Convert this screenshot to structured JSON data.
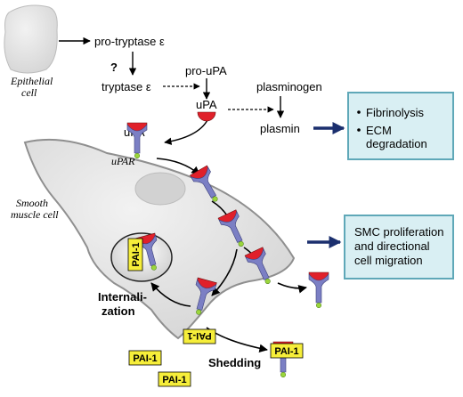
{
  "cells": {
    "epithelial": [
      "Epithelial",
      "cell"
    ],
    "smooth_muscle": [
      "Smooth",
      "muscle cell"
    ]
  },
  "molecules": {
    "pro_tryptase": "pro-tryptase ε",
    "question_mark": "?",
    "tryptase": "tryptase ε",
    "pro_upa": "pro-uPA",
    "upa_top": "uPA",
    "plasminogen": "plasminogen",
    "plasmin": "plasmin",
    "upa_cell": "uPA",
    "upar": "uPAR"
  },
  "outcome_boxes": {
    "box1": [
      "Fibrinolysis",
      "ECM",
      "degradation"
    ],
    "box2": [
      "SMC proliferation",
      "and directional",
      "cell migration"
    ]
  },
  "processes": {
    "internalization": [
      "Internali-",
      "zation"
    ],
    "shedding": "Shedding"
  },
  "pai_label": "PAI-1",
  "colors": {
    "receptor_blue": "#7b7fc4",
    "upa_red": "#e0202a",
    "anchor_green": "#9bd63c",
    "pai_yellow": "#f6ee3a",
    "box_fill": "#d9eff3",
    "box_border": "#5fa8b8",
    "navy_arrow": "#1b2f6e",
    "cell_gray": "#e6e6e6"
  }
}
